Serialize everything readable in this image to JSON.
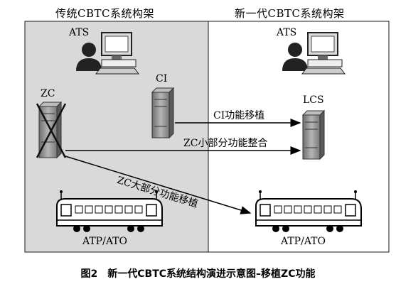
{
  "panels": {
    "left_title": "传统CBTC系统构架",
    "right_title": "新一代CBTC系统构架"
  },
  "nodes": {
    "ats_left": "ATS",
    "ats_right": "ATS",
    "zc": "ZC",
    "ci": "CI",
    "lcs": "LCS",
    "train_left": "ATP/ATO",
    "train_right": "ATP/ATO"
  },
  "flows": {
    "ci_migration": "CI功能移植",
    "zc_small": "ZC小部分功能整合",
    "zc_large": "ZC大部分功能移植"
  },
  "caption": "图2　新一代CBTC系统结构演进示意图–移植ZC功能",
  "colors": {
    "left_panel_bg": "#d9d9d9",
    "right_panel_bg": "#ffffff",
    "frame": "#1a1a1a",
    "server": "#8c8c8c",
    "server_light": "#d4d4d4"
  }
}
